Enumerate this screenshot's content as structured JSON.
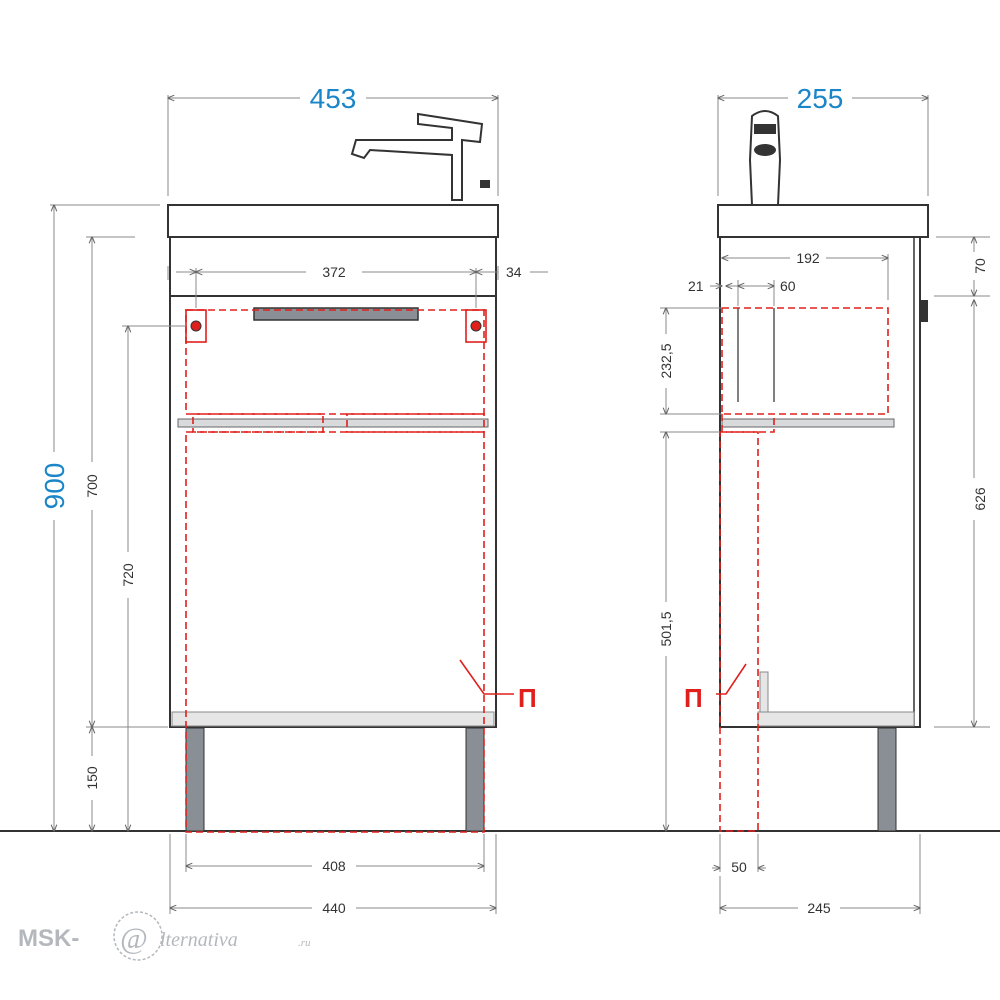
{
  "front_view": {
    "width_total": "453",
    "height_total": "900",
    "body_height": "700",
    "hole_height": "720",
    "legs_height": "150",
    "hole_spacing": "372",
    "hole_offset": "34",
    "zone_width": "408",
    "base_width": "440",
    "pipe_marker": "П"
  },
  "side_view": {
    "width_total": "255",
    "inner_width": "192",
    "offset_a": "21",
    "offset_b": "60",
    "zone_height": "232,5",
    "pipe_height": "501,5",
    "top_offset": "70",
    "side_height": "626",
    "pipe_width": "50",
    "base_depth": "245",
    "pipe_marker": "П"
  },
  "watermark": {
    "part1": "MSK-",
    "part2": "@",
    "part3": "lternativa",
    "part4": ".ru"
  },
  "colors": {
    "dimension_main": "#1a86c8",
    "marker_red": "#e0201c",
    "watermark_gray": "#b4b8bd"
  }
}
